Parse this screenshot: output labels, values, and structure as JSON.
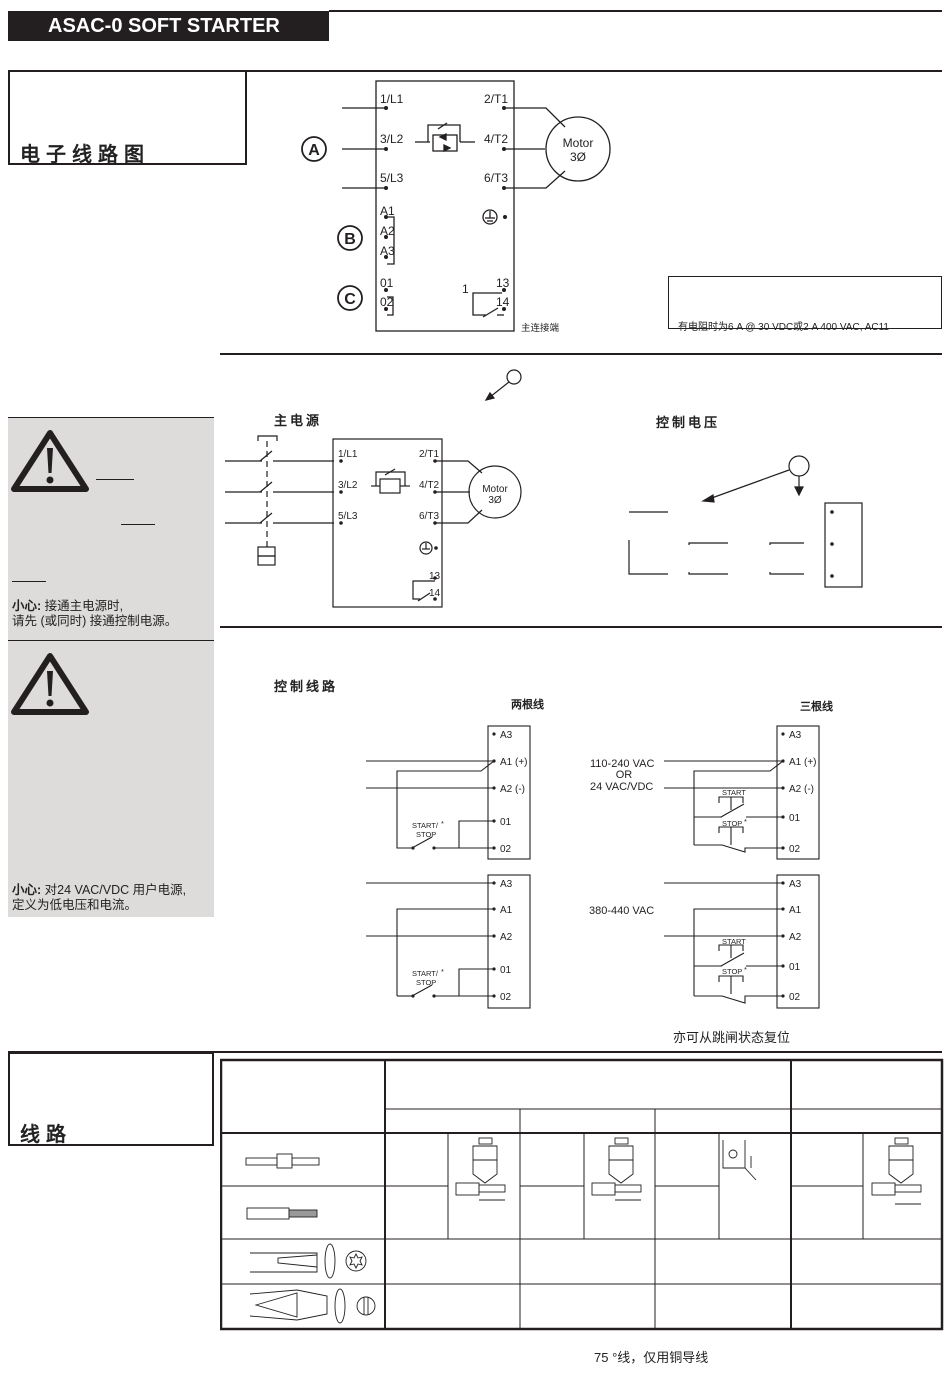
{
  "header": {
    "title": "ASAC-0 SOFT STARTER"
  },
  "section1": {
    "title": "电子线路图",
    "terminals_left": [
      "1/L1",
      "3/L2",
      "5/L3"
    ],
    "terminals_right": [
      "2/T1",
      "4/T2",
      "6/T3"
    ],
    "control_terminals": [
      "A1",
      "A2",
      "A3"
    ],
    "aux_terminals": [
      "01",
      "02"
    ],
    "relay_terminals": [
      "13",
      "14"
    ],
    "relay_label": "1",
    "markers": [
      "A",
      "B",
      "C"
    ],
    "motor": {
      "line1": "Motor",
      "line2": "3Ø"
    },
    "main_terminal_caption": "主连接端",
    "relay_rating_note": "有电阻时为6 A @ 30 VDC或2 A 400 VAC, AC11"
  },
  "section2": {
    "main_power_title": "主电源",
    "control_voltage_title": "控制电压",
    "caution_title": "小心:",
    "caution_text_line1": "接通主电源时,",
    "caution_text_line2": "请先 (或同时) 接通控制电源。"
  },
  "section3": {
    "title": "控制线路",
    "two_wire_title": "两根线",
    "three_wire_title": "三根线",
    "terminals_2w_top": [
      "A3",
      "A1 (+)",
      "A2 (-)",
      "01",
      "02"
    ],
    "terminals_2w_bottom": [
      "A3",
      "A1",
      "A2",
      "01",
      "02"
    ],
    "switch_start_stop": "START/",
    "switch_stop_word": "STOP",
    "start_label": "START",
    "stop_label": "STOP",
    "asterisk": "*",
    "supply_line1": "110-240 VAC",
    "supply_or": "OR",
    "supply_line2": "24 VAC/VDC",
    "supply_high": "380-440 VAC",
    "reset_note": "亦可从跳闸状态复位",
    "caution_title": "小心:",
    "caution_text_line1": "对24 VAC/VDC 用户电源,",
    "caution_text_line2": "定义为低电压和电流。"
  },
  "section4": {
    "title": "线路",
    "footnote": "75 °线，仅用铜导线"
  }
}
